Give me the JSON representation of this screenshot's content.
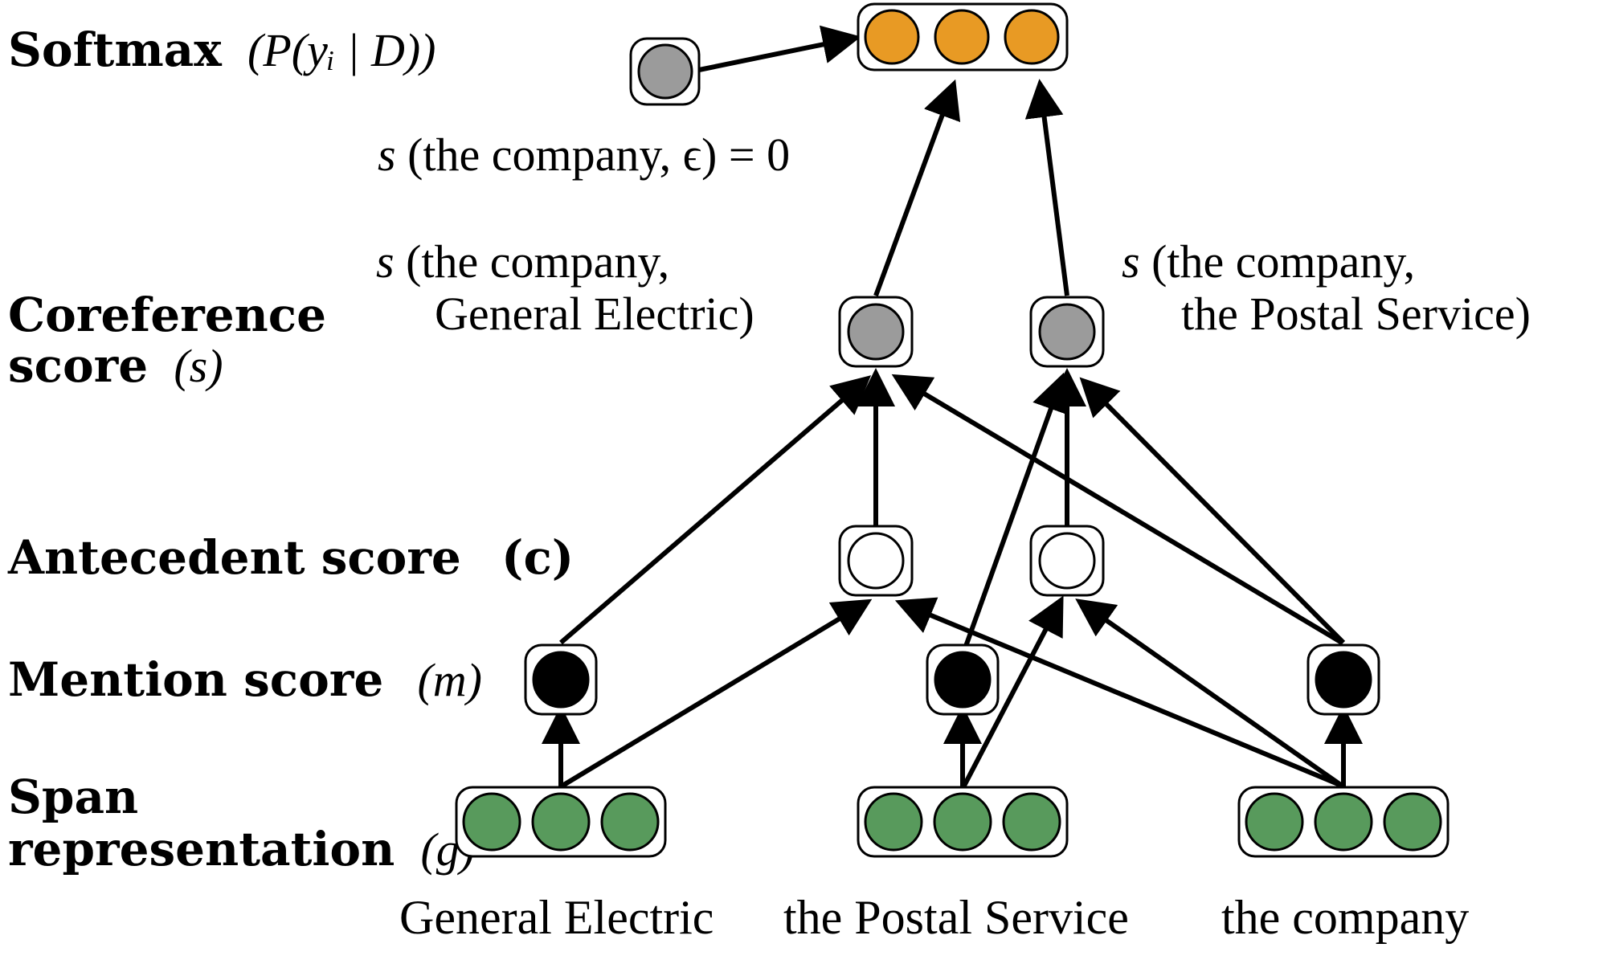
{
  "labels": {
    "softmax": "Softmax",
    "softmax_math": "(P(yᵢ | D))",
    "coref_line1": "Coreference",
    "coref_line2": "score",
    "coref_math": "(s)",
    "antecedent": "Antecedent score",
    "antecedent_math": "(c)",
    "mention": "Mention score",
    "mention_math": "(m)",
    "span_line1": "Span",
    "span_line2": "representation",
    "span_math": "(g)"
  },
  "annotations": {
    "epsilon_s": "s",
    "epsilon_rest": "(the company, ϵ) = 0",
    "ge_s": "s",
    "ge_line1": "(the company,",
    "ge_line2": "General Electric)",
    "ps_s": "s",
    "ps_line1": "(the company,",
    "ps_line2": "the Postal Service)"
  },
  "words": {
    "w1": "General Electric",
    "w2": "the Postal Service",
    "w3": "the company"
  },
  "colors": {
    "softmax": "#e89a24",
    "coref": "#9b9b9b",
    "antecedent": "#ffffff",
    "mention": "#000000",
    "span": "#589a5c",
    "dummy": "#9b9b9b"
  },
  "icons": {
    "arrowhead": "arrow-head-icon"
  }
}
